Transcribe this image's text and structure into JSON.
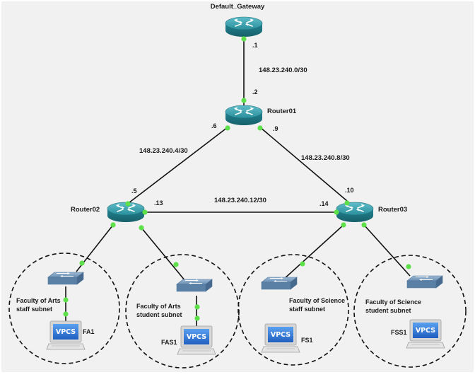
{
  "routers": {
    "default_gateway": {
      "name": "Default_Gateway"
    },
    "router01": {
      "name": "Router01"
    },
    "router02": {
      "name": "Router02"
    },
    "router03": {
      "name": "Router03"
    }
  },
  "links": {
    "gw_r01": {
      "network": "148.23.240.0/30",
      "ip_a": ".1",
      "ip_b": ".2"
    },
    "r01_r02": {
      "network": "148.23.240.4/30",
      "ip_a": ".6",
      "ip_b": ".5"
    },
    "r01_r03": {
      "network": "148.23.240.8/30",
      "ip_a": ".9",
      "ip_b": ".10"
    },
    "r02_r03": {
      "network": "148.23.240.12/30",
      "ip_a": ".13",
      "ip_b": ".14"
    }
  },
  "subnets": [
    {
      "label_line1": "Faculty of Arts",
      "label_line2": "staff subnet",
      "pc": "FA1"
    },
    {
      "label_line1": "Faculty of Arts",
      "label_line2": "student subnet",
      "pc": "FAS1"
    },
    {
      "label_line1": "Faculty of Science",
      "label_line2": "staff subnet",
      "pc": "FS1"
    },
    {
      "label_line1": "Faculty of Science",
      "label_line2": "student subnet",
      "pc": "FSS1"
    }
  ],
  "vpcs_label": "VPCS",
  "colors": {
    "router": "#2a8f9c",
    "router_dark": "#1d6f79",
    "switch": "#6a8fb3",
    "link_dot": "#5ee04a",
    "monitor": "#2f6fd0",
    "canvas_bg": "#f1f1f1"
  }
}
